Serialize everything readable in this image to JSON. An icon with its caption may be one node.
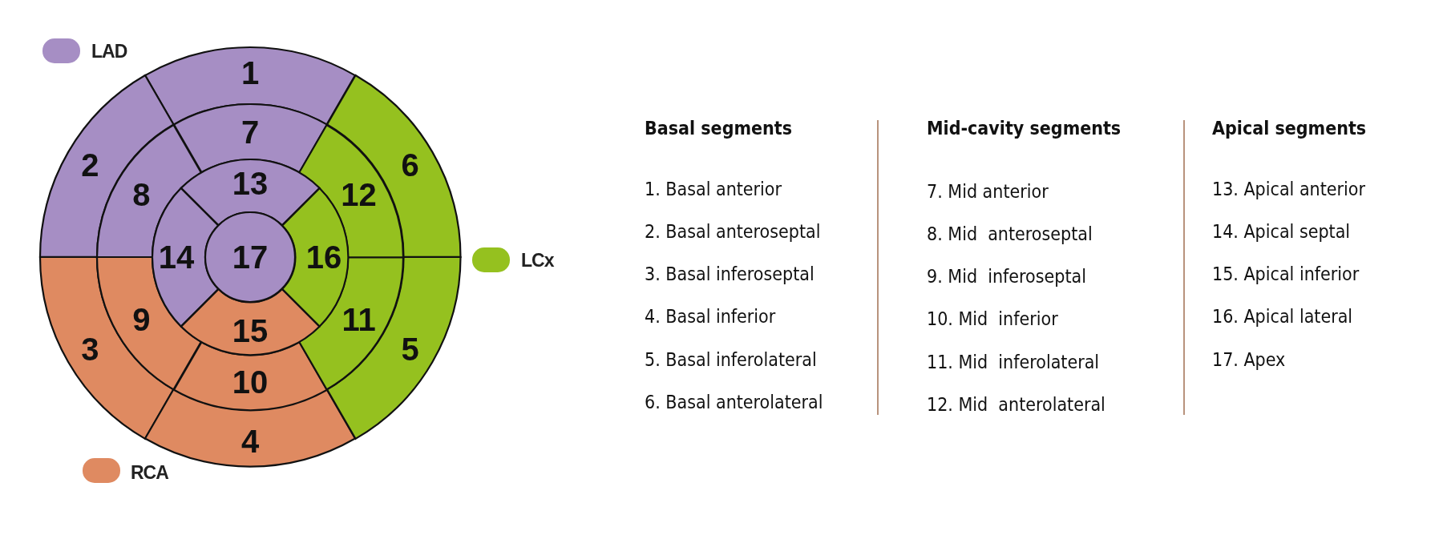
{
  "diagram": {
    "nodes": [
      {
        "text": [
          "1"
        ]
      },
      {
        "text": [
          "2"
        ]
      },
      {
        "text": [
          "3"
        ]
      },
      {
        "text": [
          "4"
        ]
      },
      {
        "text": [
          "5"
        ]
      },
      {
        "text": [
          "6"
        ]
      },
      {
        "text": [
          "7"
        ]
      },
      {
        "text": [
          "8"
        ]
      },
      {
        "text": [
          "9"
        ]
      },
      {
        "text": [
          "10"
        ]
      },
      {
        "text": [
          "11"
        ]
      },
      {
        "text": [
          "12"
        ]
      },
      {
        "text": [
          "13"
        ]
      },
      {
        "text": [
          "14"
        ]
      },
      {
        "text": [
          "15"
        ]
      },
      {
        "text": [
          "16"
        ]
      },
      {
        "text": [
          "17"
        ]
      }
    ],
    "edges": [],
    "labels": [
      "Basal segments",
      "1. Basal anterior",
      "2. Basal anteroseptal",
      "3. Basal inferoseptal",
      "4. Basal inferior",
      "5. Basal inferolateral",
      "6. Basal anterolateral",
      "Mid-cavity segments",
      "7. Mid anterior",
      "8. Mid  anteroseptal",
      "9. Mid  inferoseptal",
      "10. Mid  inferior",
      "11. Mid  inferolateral",
      "12. Mid  anterolateral",
      "Apical segments",
      "13. Apical anterior",
      "14. Apical septal",
      "15. Apical inferior",
      "16. Apical lateral",
      "17. Apex"
    ],
    "legend": [
      {
        "text": "LAD",
        "color": "#a68ec4"
      },
      {
        "text": "LCx",
        "color": "#95c11f"
      },
      {
        "text": "RCA",
        "color": "#df8a61"
      }
    ]
  }
}
